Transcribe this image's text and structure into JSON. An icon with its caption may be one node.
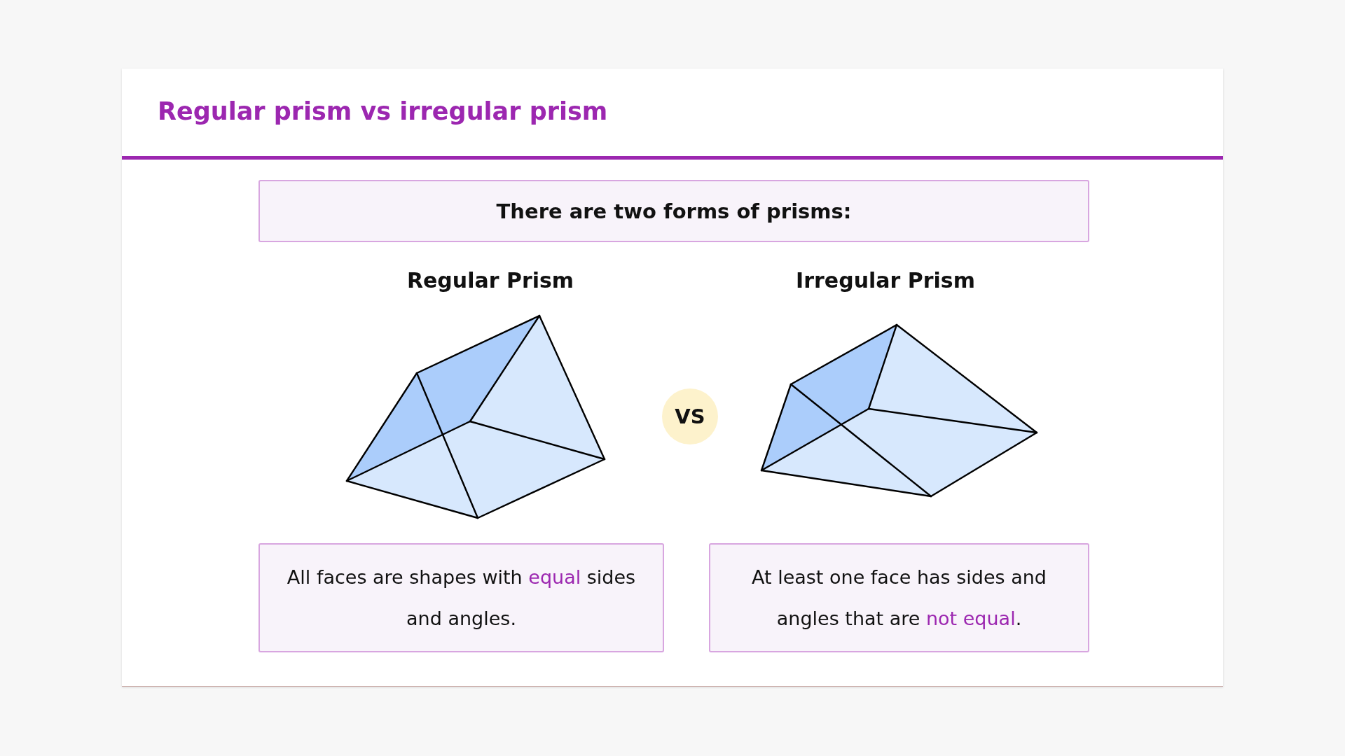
{
  "diagram": {
    "title": "Regular prism vs irregular prism",
    "nodes": [
      {
        "text": [
          "There are two forms of prisms:"
        ]
      },
      {
        "text": [
          "VS"
        ]
      },
      {
        "text": [
          "All faces are shapes with **equal** sides and angles."
        ]
      },
      {
        "text": [
          "At least one face has sides and angles that are **not equal**."
        ]
      }
    ],
    "labels": [
      "Regular Prism",
      "Irregular Prism"
    ]
  }
}
